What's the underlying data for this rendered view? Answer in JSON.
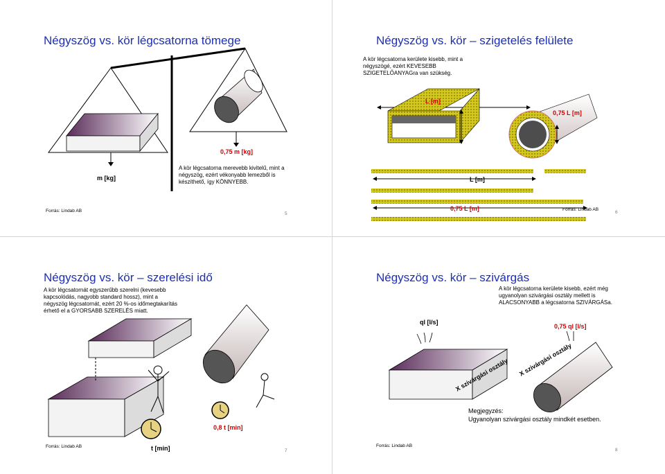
{
  "slides": [
    {
      "title": "Négyszög vs. kör  légcsatorna tömege",
      "label_m": "m [kg]",
      "label_075": "0,75  m [kg]",
      "note": "A kör légcsatorna merevebb kivitelű, mint a négyszög, ezért vékonyabb lemezből is készíthető, így KÖNNYEBB.",
      "source": "Forrás: Lindab AB",
      "page": "5"
    },
    {
      "title": "Négyszög vs. kör – szigetelés felülete",
      "note": "A kör légcsatorna kerülete kisebb, mint a négyszögé, ezért KEVESEBB SZIGETELŐANYAGra van szükség.",
      "label_L_top": "L [m]",
      "label_075L_top": "0,75  L [m]",
      "label_L_mid": "L [m]",
      "label_075L_bottom": "0,75  L [m]",
      "source": "Forrás: Lindab AB",
      "page": "6"
    },
    {
      "title": "Négyszög vs. kör  – szerelési idő",
      "note": "A kör légcsatornát egyszerűbb szerelni (kevesebb kapcsolódás, nagyobb standard hossz), mint a négyszög légcsatornát, ezért 20 %-os időmegtakarítás érhető el a GYORSABB SZERELÉS miatt.",
      "label_t": "t [min]",
      "label_08t": "0,8  t [min]",
      "source": "Forrás: Lindab AB",
      "page": "7"
    },
    {
      "title": "Négyszög vs. kör – szivárgás",
      "note": "A kör légcsatorna kerülete kisebb, ezért még ugyanolyan szivárgási osztály mellett is ALACSONYABB a légcsatorna SZIVÁRGÁSa.",
      "label_ql": "ql [l/s]",
      "label_075ql": "0,75  ql [l/s]",
      "leak_class": "X szivárgási osztály",
      "remark_title": "Megjegyzés:",
      "remark_text": "Ugyanolyan szivárgási osztály mindkét esetben.",
      "source": "Forrás: Lindab AB",
      "page": "8"
    }
  ],
  "colors": {
    "title": "#1c2fb4",
    "highlight": "#d40000",
    "insulation": "#d4c81a",
    "duct_top": "#6b3f6b"
  }
}
